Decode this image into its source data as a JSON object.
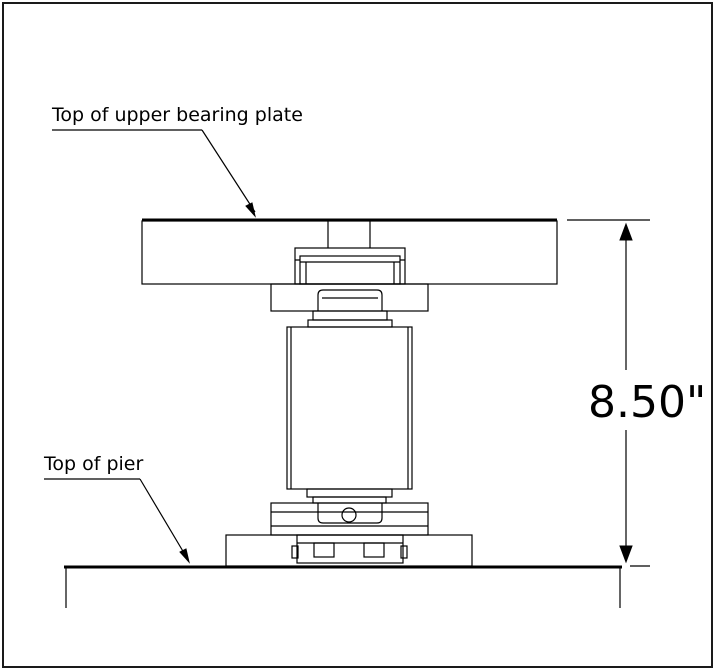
{
  "labels": {
    "upper_plate": "Top of upper bearing plate",
    "pier": "Top of pier"
  },
  "dimension": {
    "value": "8.50\""
  },
  "colors": {
    "line": "#000000",
    "background": "#ffffff"
  }
}
